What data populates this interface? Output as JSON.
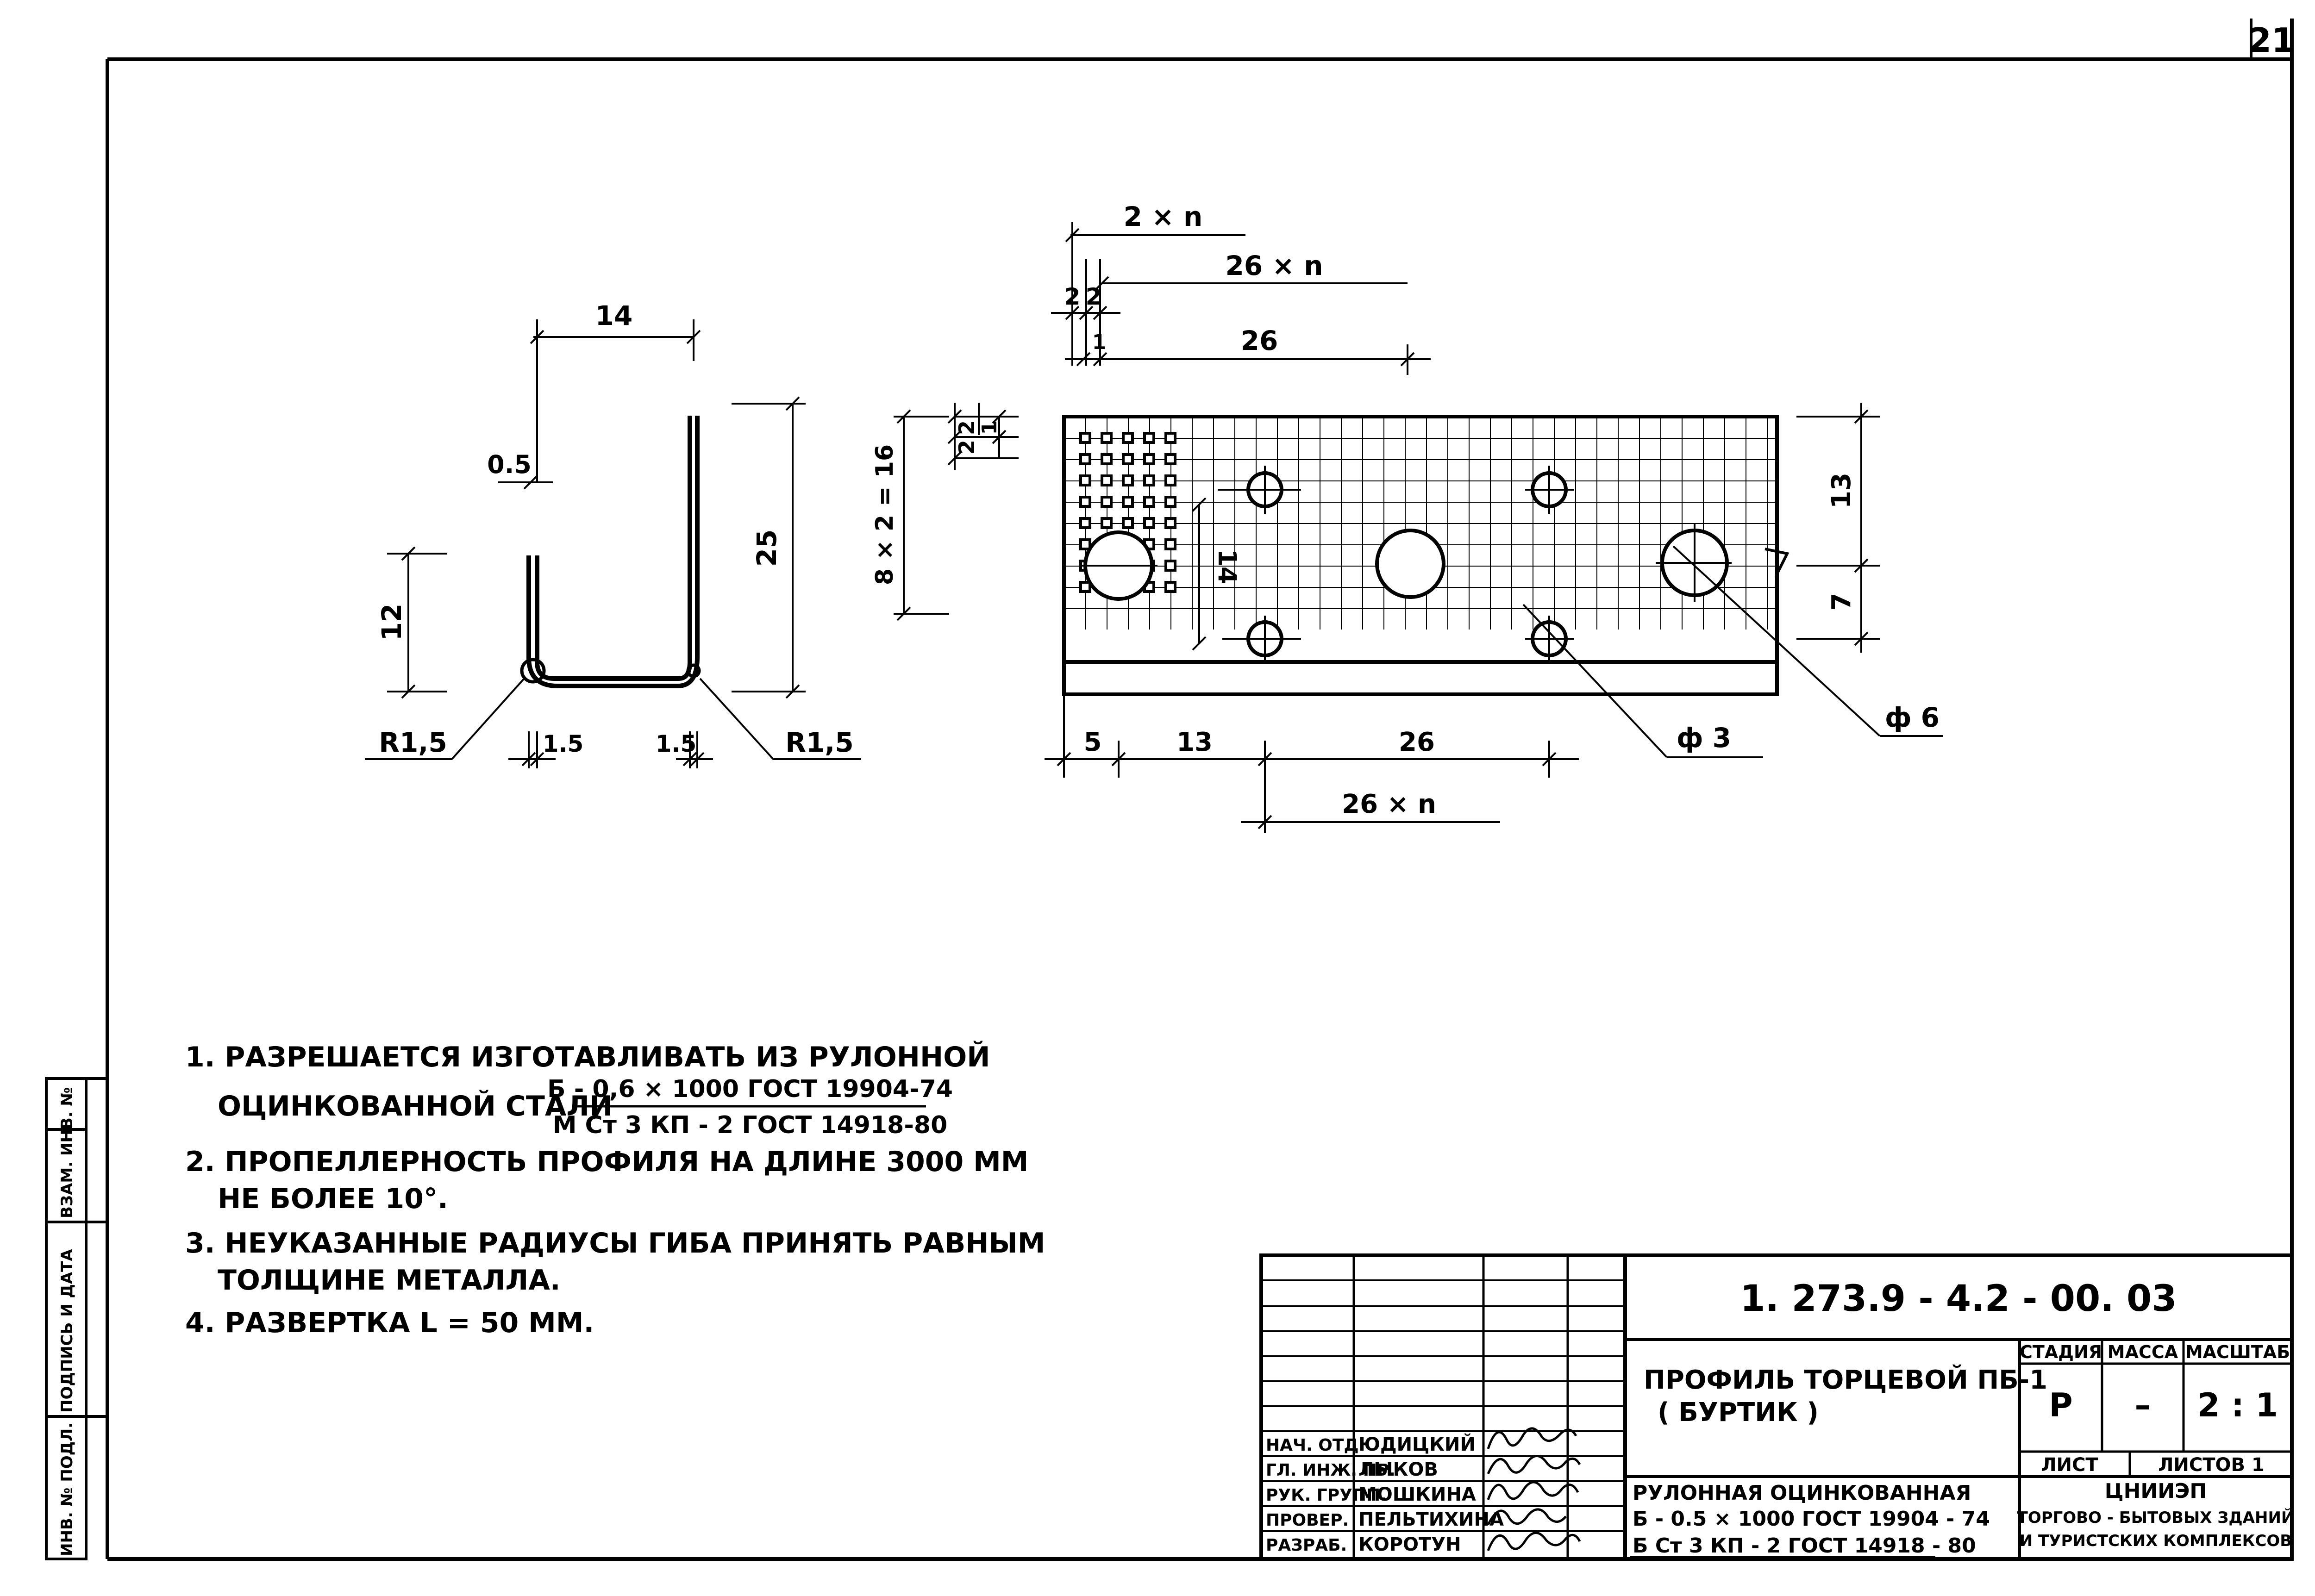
{
  "sheet_number": "21",
  "dimensions": {
    "profile": {
      "width_14": "14",
      "thickness": "0.5",
      "height_25": "25",
      "lip_12": "12",
      "radius_left": "R1,5",
      "radius_right": "R1,5",
      "offset_left": "1.5",
      "offset_right": "1.5"
    },
    "plan": {
      "two_n": "2 × n",
      "twentysix_n_top": "26 × n",
      "two_a": "2",
      "two_b": "2",
      "one": "1",
      "twentysix_top": "26",
      "eight_two": "8 × 2 = 16",
      "two_c": "2",
      "two_d": "2",
      "one_b": "1",
      "fourteen": "14",
      "thirteen_right": "13",
      "seven": "7",
      "five": "5",
      "thirteen_bottom": "13",
      "twentysix_bottom": "26",
      "twentysix_n_bottom": "26 × n",
      "phi3": "ф 3",
      "phi6": "ф 6"
    }
  },
  "notes": [
    "1. РАЗРЕШАЕТСЯ ИЗГОТАВЛИВАТЬ ИЗ РУЛОННОЙ",
    "ОЦИНКОВАННОЙ СТАЛИ",
    "2. ПРОПЕЛЛЕРНОСТЬ ПРОФИЛЯ НА ДЛИНЕ 3000 ММ",
    "НЕ БОЛЕЕ 10°.",
    "3. НЕУКАЗАННЫЕ РАДИУСЫ ГИБА ПРИНЯТЬ РАВНЫМ",
    "ТОЛЩИНЕ МЕТАЛЛА.",
    "4. РАЗВЕРТКА  L = 50 ММ."
  ],
  "note_fraction": {
    "numerator": "Б - 0,6 × 1000 ГОСТ 19904-74",
    "denominator": "М Ст 3 КП - 2 ГОСТ 14918-80"
  },
  "side_stamp": [
    "ИНВ. № ПОДЛ.",
    "ПОДПИСЬ И ДАТА",
    "ВЗАМ. ИНВ. №"
  ],
  "title_block": {
    "doc_code": "1. 273.9 - 4.2 - 00. 03",
    "title_line1": "ПРОФИЛЬ  ТОРЦЕВОЙ  ПБ-1",
    "title_line2": "( БУРТИК )",
    "stage_label": "СТАДИЯ",
    "mass_label": "МАССА",
    "scale_label": "МАСШТАБ",
    "stage": "Р",
    "mass": "–",
    "scale": "2 : 1",
    "sheet_label": "ЛИСТ",
    "sheets_label": "ЛИСТОВ 1",
    "material_line1": "РУЛОННАЯ  ОЦИНКОВАННАЯ",
    "material_line2": "Б - 0.5 × 1000  ГОСТ  19904 - 74",
    "material_line3": "Б Ст 3 КП - 2  ГОСТ  14918 - 80",
    "org_line1": "ЦНИИЭП",
    "org_line2": "ТОРГОВО - БЫТОВЫХ  ЗДАНИЙ",
    "org_line3": "И  ТУРИСТСКИХ  КОМПЛЕКСОВ",
    "roles": [
      {
        "role": "НАЧ. ОТД.",
        "name": "ЮДИЦКИЙ"
      },
      {
        "role": "ГЛ. ИНЖ. ПР.",
        "name": "ЛЫКОВ"
      },
      {
        "role": "РУК. ГРУПП.",
        "name": "МОШКИНА"
      },
      {
        "role": "ПРОВЕР.",
        "name": "ПЕЛЬТИХИНА"
      },
      {
        "role": "РАЗРАБ.",
        "name": "КОРОТУН"
      }
    ]
  }
}
